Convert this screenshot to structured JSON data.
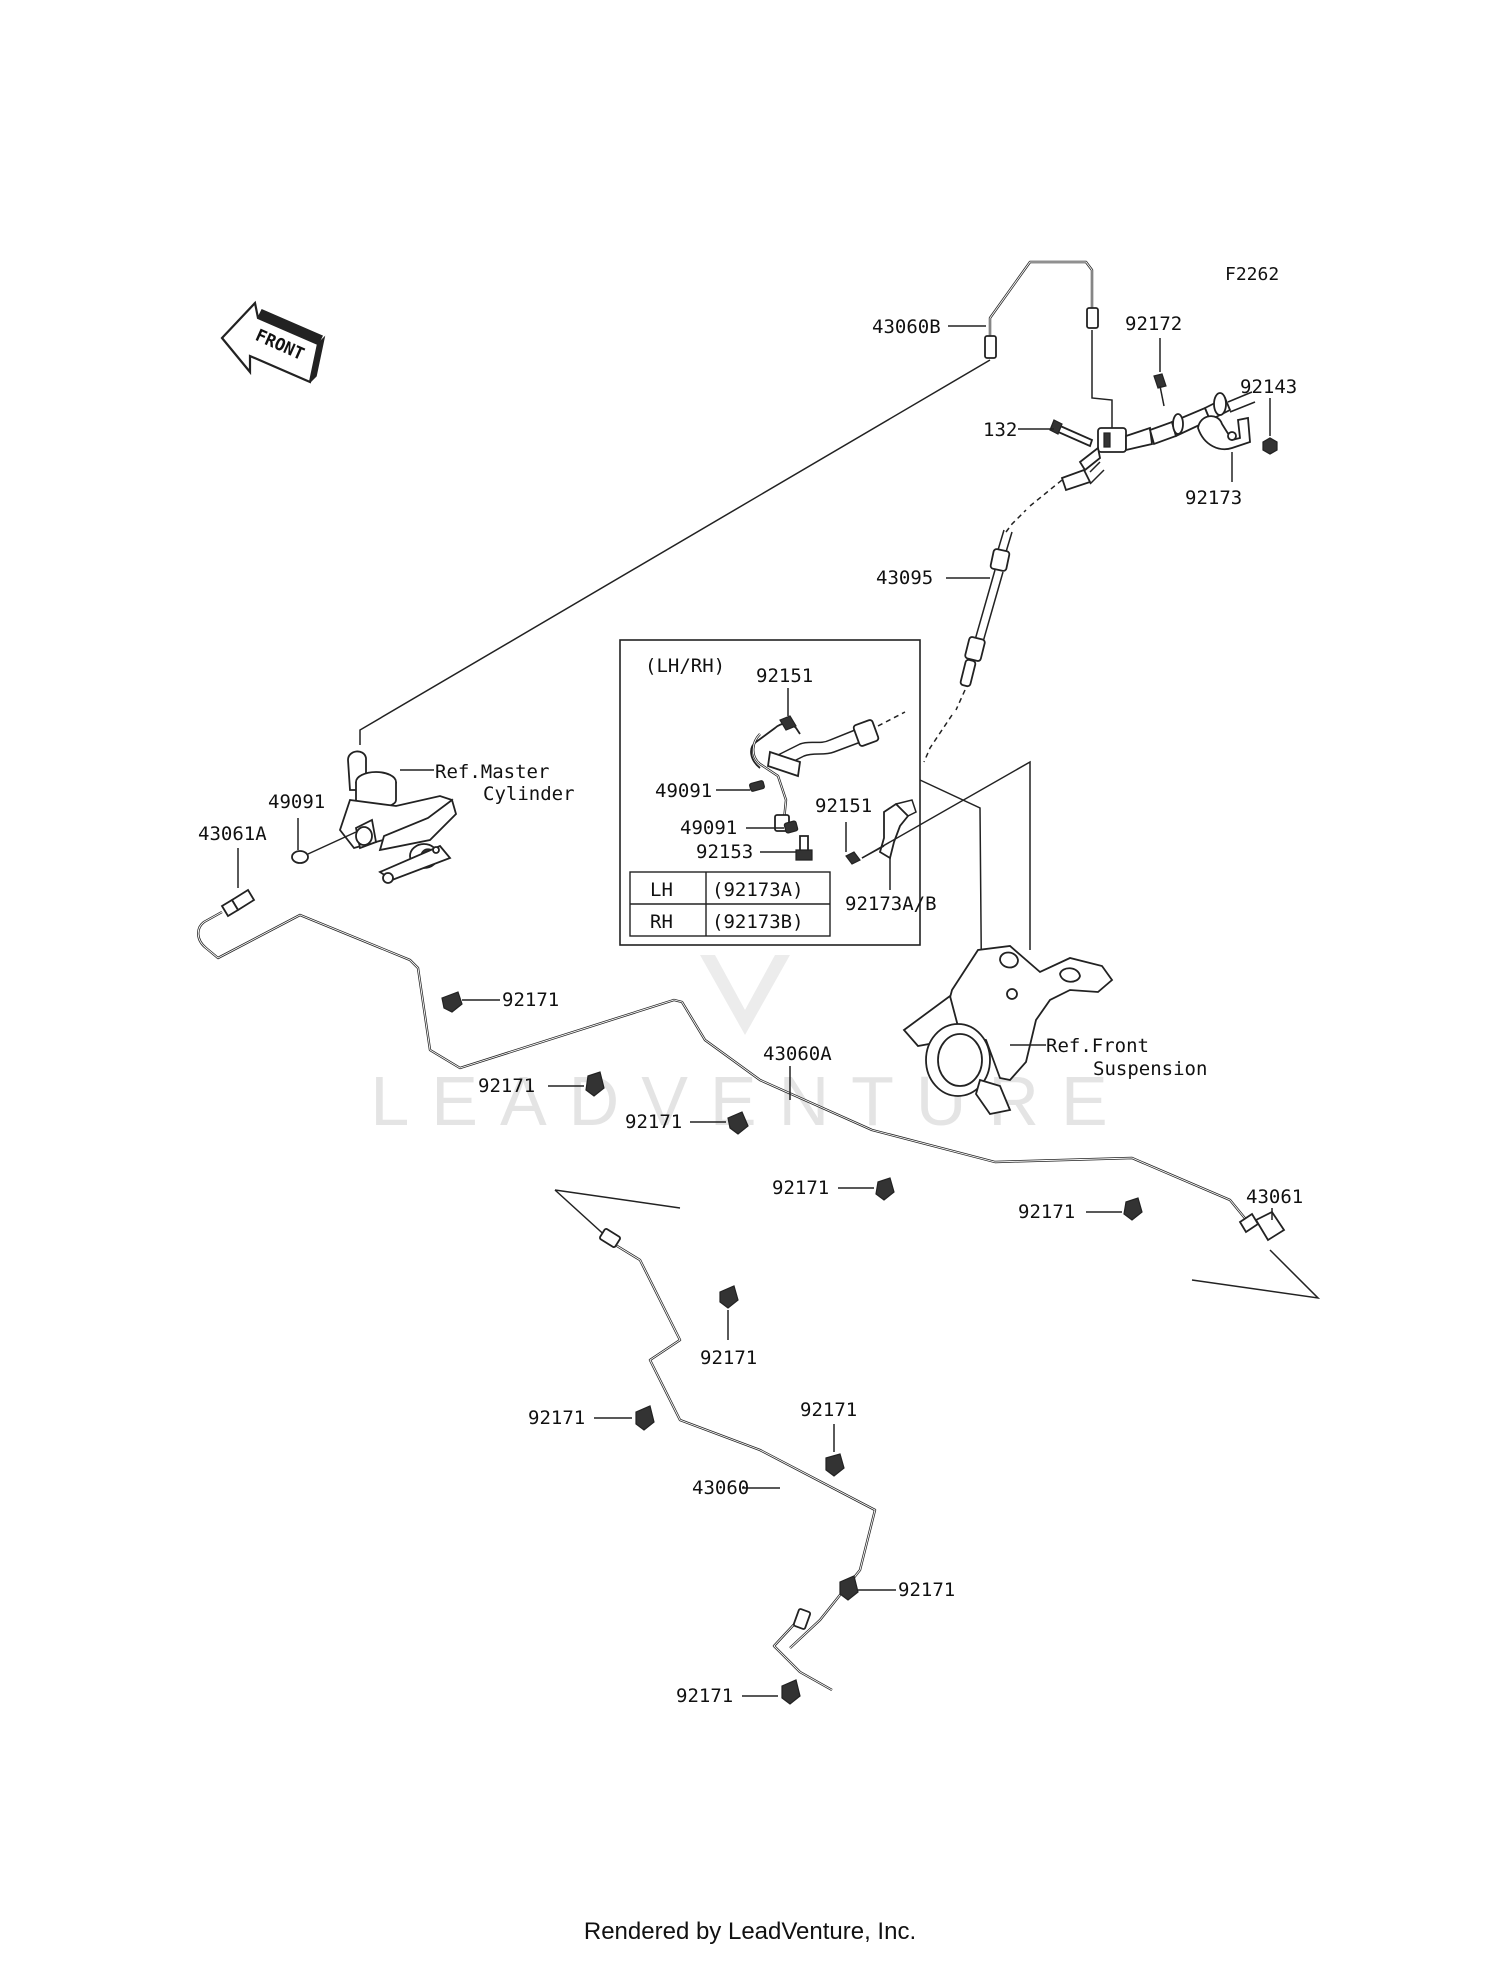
{
  "diagram_code": "F2262",
  "front_label": "FRONT",
  "watermark": "LEADVENTURE",
  "footer": "Rendered by LeadVenture, Inc.",
  "callouts": {
    "p43060b": "43060B",
    "p92172": "92172",
    "p92143": "92143",
    "p132": "132",
    "p92173": "92173",
    "p43095": "43095",
    "p49091a": "49091",
    "p43061a": "43061A",
    "ref_master_1": "Ref.Master",
    "ref_master_2": "Cylinder",
    "p92171_a": "92171",
    "p92171_b": "92171",
    "p92171_c": "92171",
    "p43060a": "43060A",
    "ref_front_1": "Ref.Front",
    "ref_front_2": "Suspension",
    "p92171_d": "92171",
    "p92171_e": "92171",
    "p43061": "43061",
    "p92171_f": "92171",
    "p92171_g": "92171",
    "p92171_h": "92171",
    "p43060": "43060",
    "p92171_i": "92171",
    "p92171_j": "92171"
  },
  "inset": {
    "title": "(LH/RH)",
    "p92151_a": "92151",
    "p49091_b": "49091",
    "p49091_c": "49091",
    "p92153": "92153",
    "p92151_b": "92151",
    "p92173ab": "92173A/B",
    "table": [
      {
        "side": "LH",
        "part": "(92173A)"
      },
      {
        "side": "RH",
        "part": "(92173B)"
      }
    ]
  }
}
